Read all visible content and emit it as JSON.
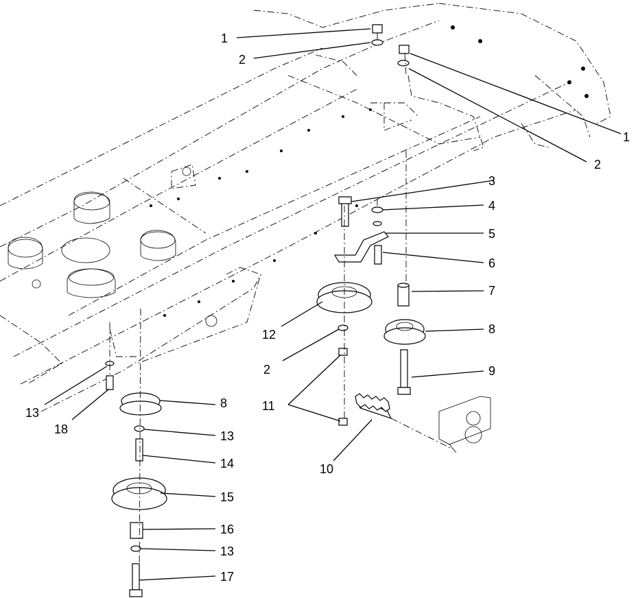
{
  "callouts": [
    {
      "id": "c1a",
      "text": "1"
    },
    {
      "id": "c2a",
      "text": "2"
    },
    {
      "id": "c1b",
      "text": "1"
    },
    {
      "id": "c2b",
      "text": "2"
    },
    {
      "id": "c3",
      "text": "3"
    },
    {
      "id": "c4",
      "text": "4"
    },
    {
      "id": "c5",
      "text": "5"
    },
    {
      "id": "c6",
      "text": "6"
    },
    {
      "id": "c7",
      "text": "7"
    },
    {
      "id": "c8a",
      "text": "8"
    },
    {
      "id": "c9",
      "text": "9"
    },
    {
      "id": "c12",
      "text": "12"
    },
    {
      "id": "c2c",
      "text": "2"
    },
    {
      "id": "c11",
      "text": "11"
    },
    {
      "id": "c10",
      "text": "10"
    },
    {
      "id": "c13a",
      "text": "13"
    },
    {
      "id": "c18",
      "text": "18"
    },
    {
      "id": "c8b",
      "text": "8"
    },
    {
      "id": "c13b",
      "text": "13"
    },
    {
      "id": "c14",
      "text": "14"
    },
    {
      "id": "c15",
      "text": "15"
    },
    {
      "id": "c16",
      "text": "16"
    },
    {
      "id": "c13c",
      "text": "13"
    },
    {
      "id": "c17",
      "text": "17"
    }
  ]
}
